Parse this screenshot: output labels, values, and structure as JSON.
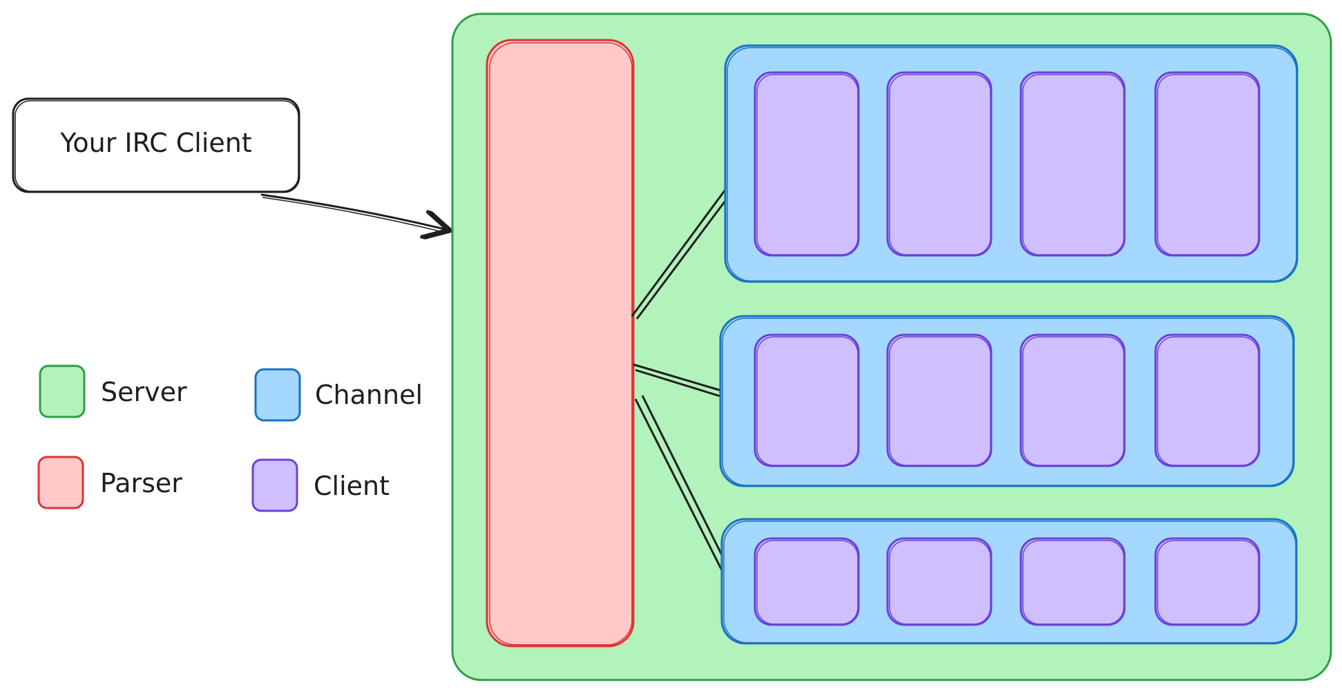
{
  "client_box": {
    "label": "Your IRC Client"
  },
  "legend": [
    {
      "label": "Server",
      "color": "server"
    },
    {
      "label": "Channel",
      "color": "channel"
    },
    {
      "label": "Parser",
      "color": "parser"
    },
    {
      "label": "Client",
      "color": "client"
    }
  ],
  "colors": {
    "server": {
      "fill": "#b2f2bb",
      "stroke": "#2f9e44"
    },
    "parser": {
      "fill": "#ffc9c9",
      "stroke": "#e03131"
    },
    "channel": {
      "fill": "#a5d8ff",
      "stroke": "#1971c2"
    },
    "client": {
      "fill": "#d0bfff",
      "stroke": "#6741d9"
    },
    "ink": "#1e1e1e"
  },
  "channels": [
    {
      "clients": 4
    },
    {
      "clients": 4
    },
    {
      "clients": 4
    }
  ]
}
